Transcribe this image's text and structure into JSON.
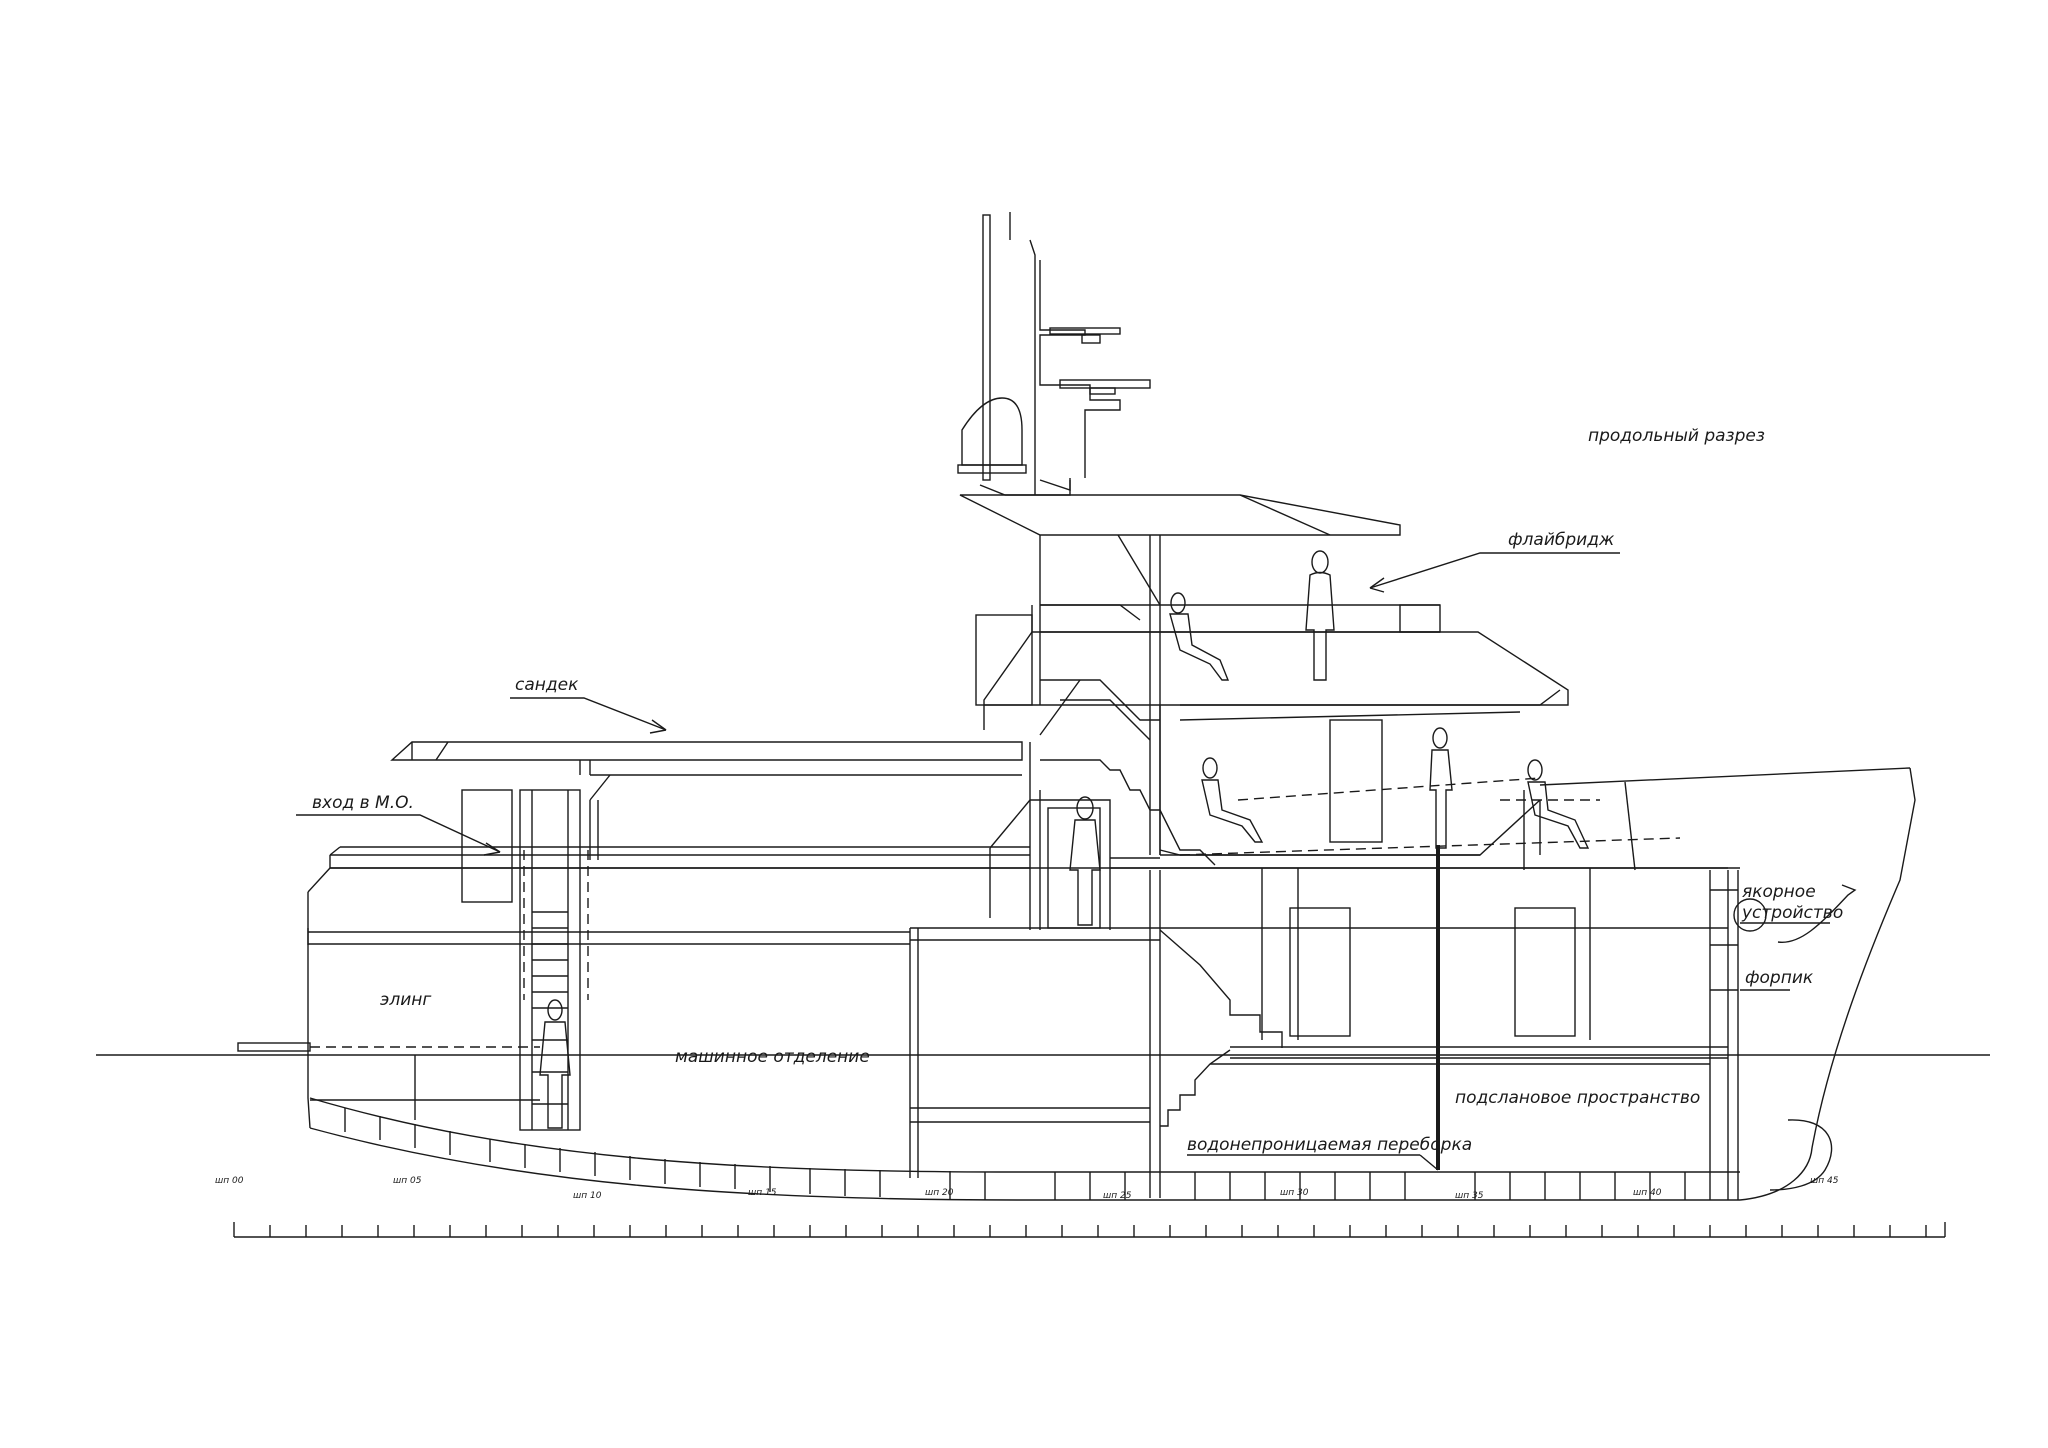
{
  "title": "продольный разрез",
  "labels": {
    "flybridge": "флайбридж",
    "sundeck": "сандек",
    "engine_room_entry": "вход в М.О.",
    "tender_garage": "элинг",
    "engine_room": "машинное отделение",
    "anchor_gear_1": "якорное",
    "anchor_gear_2": "устройство",
    "forepeak": "форпик",
    "under_floor_space": "подслановое пространство",
    "watertight_bulkhead": "водонепроницаемая переборка"
  },
  "frames": [
    "шп 00",
    "шп 05",
    "шп 10",
    "шп 15",
    "шп 20",
    "шп 25",
    "шп 30",
    "шп 35",
    "шп 40",
    "шп 45"
  ]
}
